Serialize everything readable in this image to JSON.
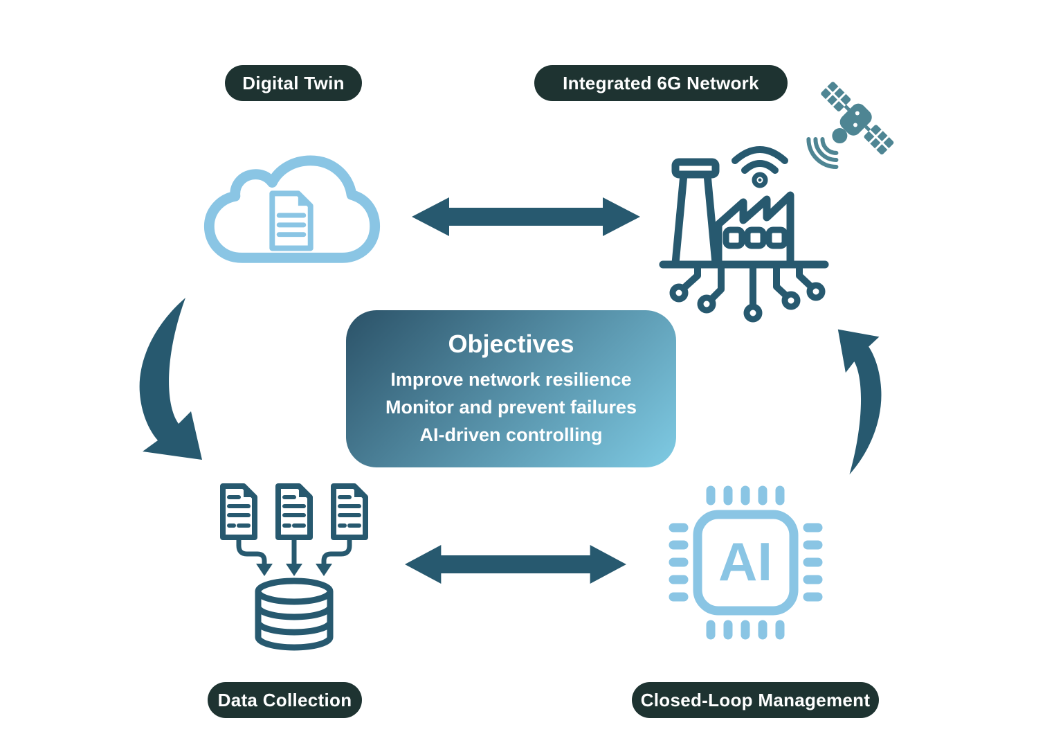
{
  "colors": {
    "background": "#ffffff",
    "pill_bg": "#1e3331",
    "pill_text": "#ffffff",
    "light_blue": "#8ac5e4",
    "dark_blue": "#27596f",
    "satellite_teal": "#4e8593",
    "gradient_start": "#2b5268",
    "gradient_end": "#7fcbe4"
  },
  "nodes": {
    "digital_twin": {
      "label": "Digital Twin"
    },
    "integrated_6g": {
      "label": "Integrated 6G Network"
    },
    "data_collection": {
      "label": "Data Collection"
    },
    "closed_loop": {
      "label": "Closed-Loop Management"
    }
  },
  "objectives": {
    "title": "Objectives",
    "items": [
      "Improve network resilience",
      "Monitor and prevent failures",
      "AI-driven controlling"
    ]
  },
  "icons": {
    "cloud_document": "cloud-with-document",
    "factory": "smart-factory-with-wifi-and-circuits",
    "satellite": "satellite-with-signal-waves",
    "database": "documents-flowing-into-database",
    "ai_chip": "ai-processor-chip",
    "ai_label": "AI"
  }
}
